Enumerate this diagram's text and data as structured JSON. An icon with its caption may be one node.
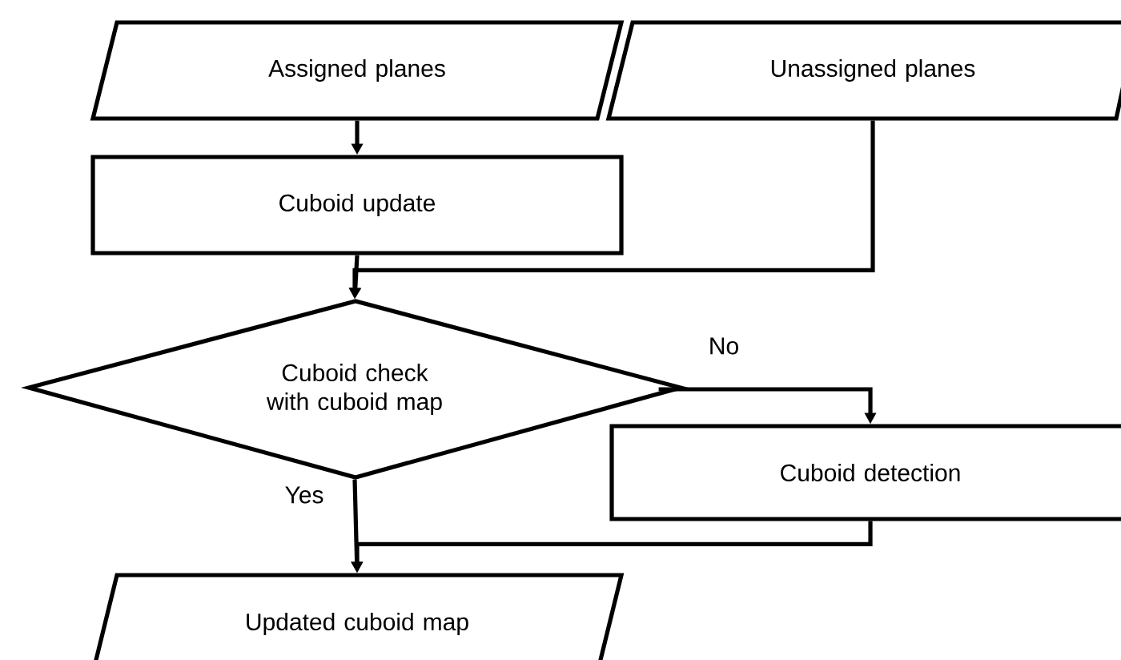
{
  "diagram": {
    "nodes": [
      {
        "text": [
          "Assigned planes"
        ]
      },
      {
        "text": [
          "Unassigned planes"
        ]
      },
      {
        "text": [
          "Cuboid update"
        ]
      },
      {
        "text": [
          "Cuboid check with cuboid map"
        ]
      },
      {
        "text": [
          "Cuboid detection"
        ]
      },
      {
        "text": [
          "Updated cuboid map"
        ]
      }
    ],
    "edges": [
      {
        "from": 0,
        "to": 2,
        "arrow": "to"
      },
      {
        "from": 1,
        "to": 3,
        "arrow": "to"
      },
      {
        "from": 2,
        "to": 3,
        "arrow": "to"
      },
      {
        "from": 3,
        "to": 4,
        "arrow": "to",
        "label": "No"
      },
      {
        "from": 3,
        "to": 5,
        "arrow": "to",
        "label": "Yes"
      },
      {
        "from": 4,
        "to": 5,
        "arrow": "to"
      }
    ]
  }
}
